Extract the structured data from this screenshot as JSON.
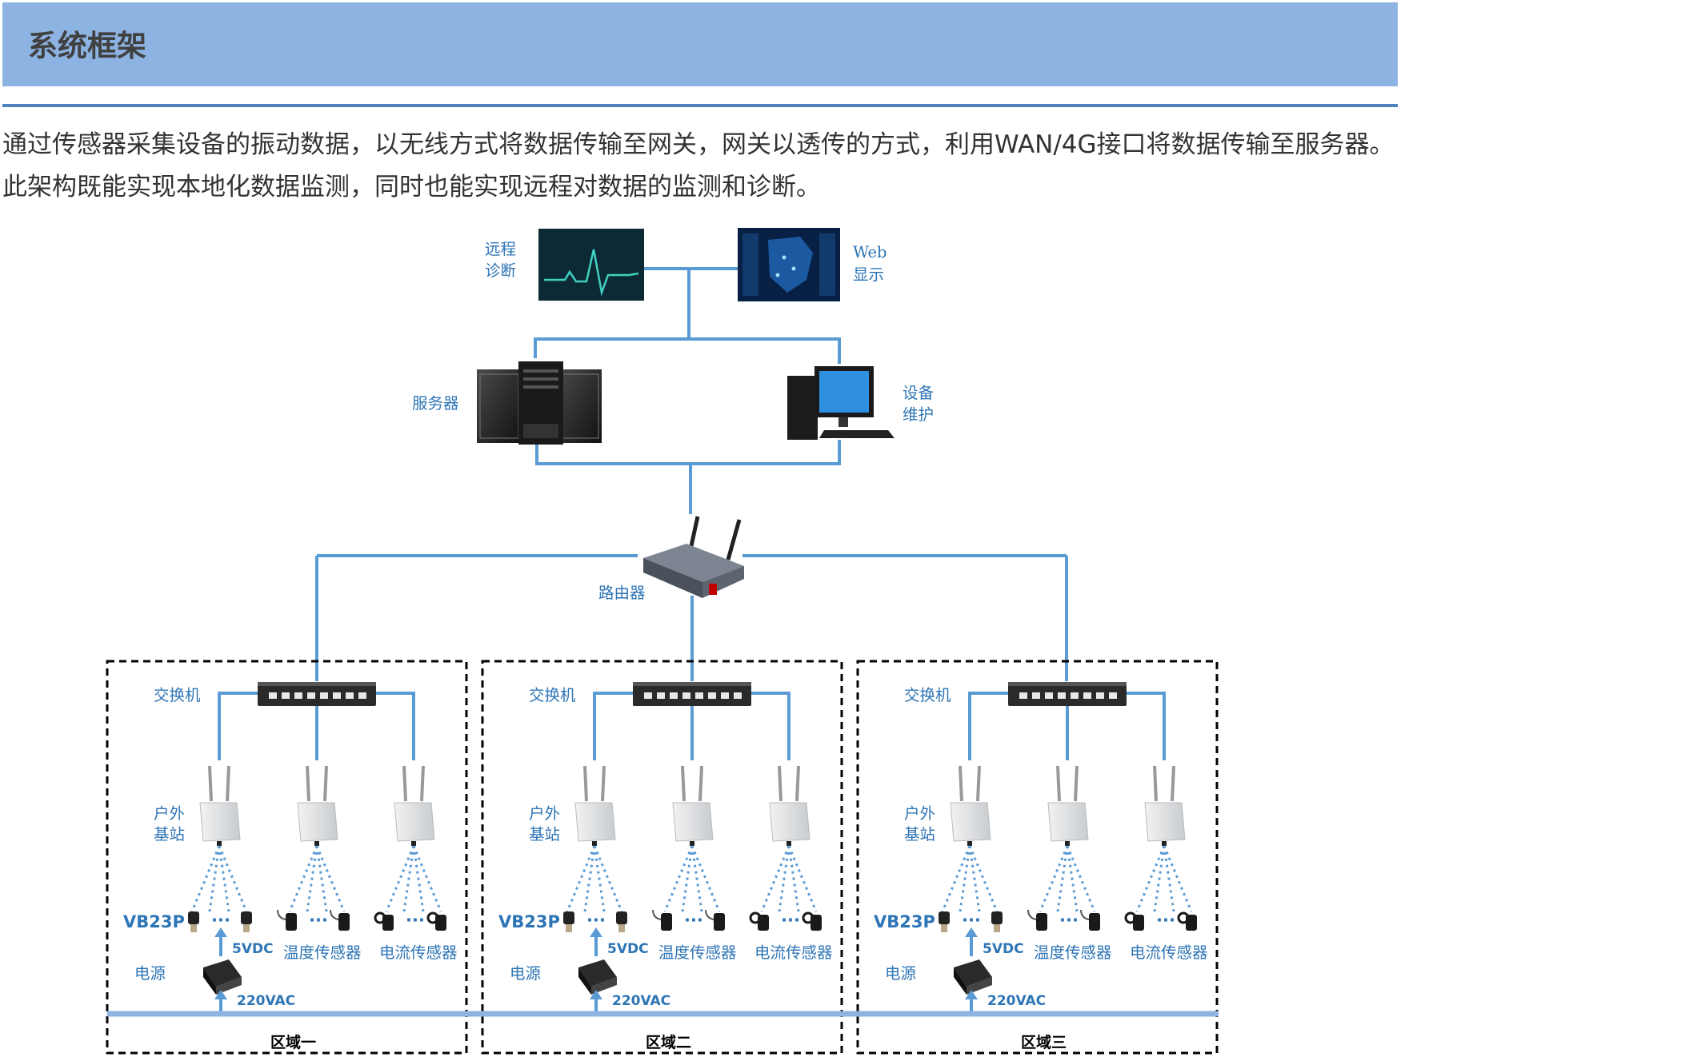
{
  "header": {
    "title": "系统框架"
  },
  "intro": {
    "line1": "通过传感器采集设备的振动数据，以无线方式将数据传输至网关，网关以透传的方式，利用WAN/4G接口将数据传输至服务器。",
    "line2": "此架构既能实现本地化数据监测，同时也能实现远程对数据的监测和诊断。"
  },
  "diagram": {
    "remote_diag": [
      "远程",
      "诊断"
    ],
    "web_display": [
      "Web",
      "显示"
    ],
    "server": "服务器",
    "maintenance": [
      "设备",
      "维护"
    ],
    "router": "路由器",
    "switch": "交换机",
    "base_station": [
      "户外",
      "基站"
    ],
    "vb_sensor": "VB23P",
    "temp_sensor": "温度传感器",
    "current_sensor": "电流传感器",
    "dc": "5VDC",
    "power": "电源",
    "ac": "220VAC",
    "ellipsis": "···",
    "zones": [
      "区域一",
      "区域二",
      "区域三"
    ]
  },
  "colors": {
    "header_bg": "#8db3e2",
    "rule": "#4f81bd",
    "line": "#5b9bd5",
    "label": "#2e75b6"
  }
}
